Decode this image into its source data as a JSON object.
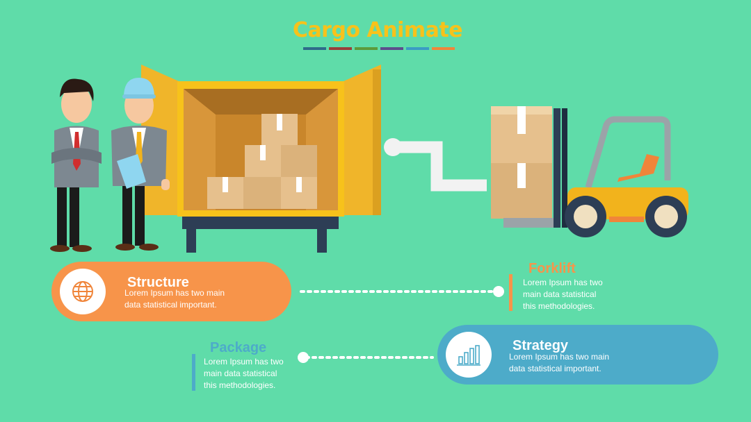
{
  "title": "Cargo Animate",
  "title_bar_colors": [
    "#2e6b8a",
    "#9a3f3a",
    "#5c9a3b",
    "#5c4e8c",
    "#3a9cc4",
    "#f0853a"
  ],
  "colors": {
    "background": "#5fdca9",
    "orange": "#f7944a",
    "blue": "#4dabc9",
    "yellow": "#f7c21b"
  },
  "structure": {
    "title": "Structure",
    "body": [
      "Lorem Ipsum has two main",
      "data statistical important."
    ],
    "icon": "globe-icon"
  },
  "forklift": {
    "title": "Forklift",
    "body": [
      "Lorem Ipsum has two",
      "main data statistical",
      "this methodologies."
    ]
  },
  "package": {
    "title": "Package",
    "body": [
      "Lorem Ipsum has two",
      "main data statistical",
      "this methodologies."
    ]
  },
  "strategy": {
    "title": "Strategy",
    "body": [
      "Lorem Ipsum has two main",
      "data statistical important."
    ],
    "icon": "bar-chart-icon"
  }
}
